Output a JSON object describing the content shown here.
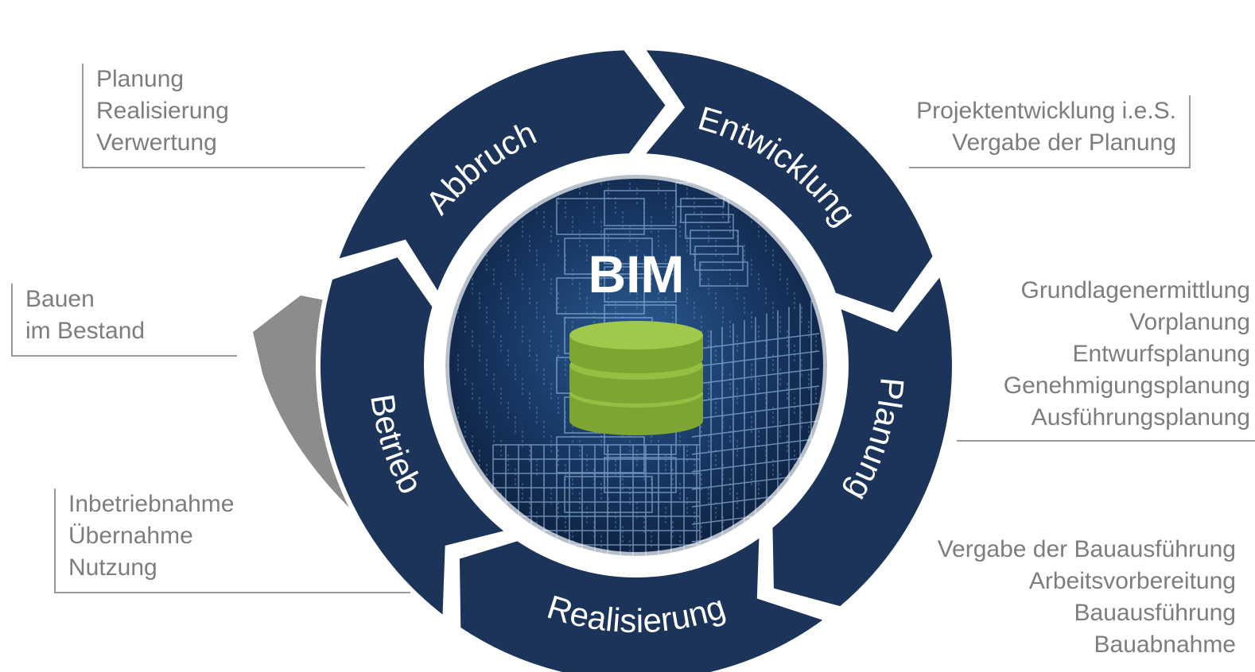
{
  "center": {
    "label": "BIM"
  },
  "phases": [
    {
      "id": "entwicklung",
      "label": "Entwicklung"
    },
    {
      "id": "planung",
      "label": "Planung"
    },
    {
      "id": "realisierung",
      "label": "Realisierung"
    },
    {
      "id": "betrieb",
      "label": "Betrieb"
    },
    {
      "id": "abbruch",
      "label": "Abbruch"
    }
  ],
  "notes": {
    "abbruch": [
      "Planung",
      "Realisierung",
      "Verwertung"
    ],
    "entwicklung": [
      "Projektentwicklung i.e.S.",
      "Vergabe der Planung"
    ],
    "bestand": [
      "Bauen",
      "im Bestand"
    ],
    "planung": [
      "Grundlagenermittlung",
      "Vorplanung",
      "Entwurfsplanung",
      "Genehmigungsplanung",
      "Ausführungsplanung"
    ],
    "betrieb": [
      "Inbetriebnahme",
      "Übernahme",
      "Nutzung"
    ],
    "realisierung": [
      "Vergabe der Bauausführung",
      "Arbeitsvorbereitung",
      "Bauausführung",
      "Bauabnahme"
    ]
  },
  "colors": {
    "ring": "#1c3459",
    "ring_edge": "#2b4a78",
    "database": "#8db43a",
    "bestand_arrow": "#8c8c8c",
    "note_text": "#7d7d7d"
  }
}
